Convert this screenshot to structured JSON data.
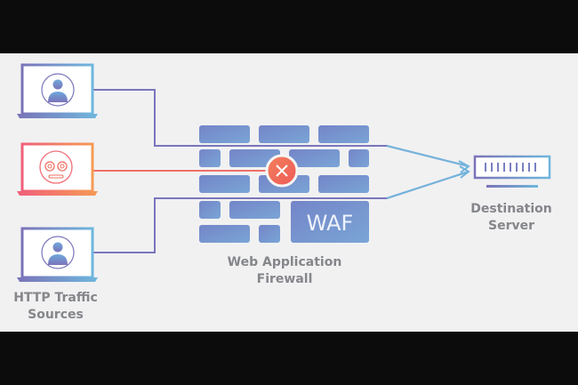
{
  "diagram": {
    "sources_label_line1": "HTTP Traffic",
    "sources_label_line2": "Sources",
    "waf_label_line1": "Web Application",
    "waf_label_line2": "Firewall",
    "waf_badge": "WAF",
    "server_label_line1": "Destination",
    "server_label_line2": "Server",
    "sources": [
      {
        "type": "user",
        "status": "allowed"
      },
      {
        "type": "bot",
        "status": "blocked"
      },
      {
        "type": "user",
        "status": "allowed"
      }
    ],
    "colors": {
      "allowed_start": "#7a73b8",
      "allowed_end": "#6fb7dd",
      "blocked_start": "#f57a55",
      "blocked_end": "#f0607a",
      "wall": "#7a8ccb",
      "block_marker": "#f06a52"
    }
  }
}
